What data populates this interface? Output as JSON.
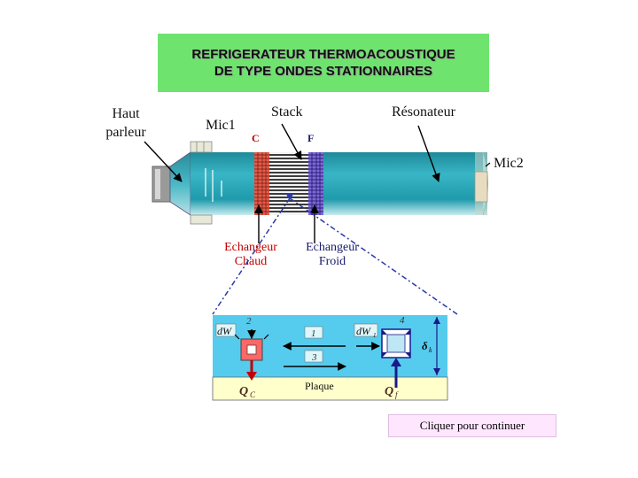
{
  "title": {
    "line1": "REFRIGERATEUR THERMOACOUSTIQUE",
    "line2": "DE TYPE ONDES STATIONNAIRES"
  },
  "labels": {
    "speaker": "Haut\nparleur",
    "mic1": "Mic1",
    "stack": "Stack",
    "resonator": "Résonateur",
    "hot_side": "C",
    "cold_side": "F",
    "mic2": "Mic2",
    "hot_exchanger": "Echangeur\nChaud",
    "cold_exchanger": "Echangeur\nFroid"
  },
  "detail": {
    "n1": "1",
    "n2": "2",
    "n3": "3",
    "n4": "4",
    "dw_left": "dW",
    "dw_right": "dW",
    "dw_right_sub": "1",
    "delta_k": "δ",
    "delta_k_sub": "k",
    "plate": "Plaque",
    "qc": "Q",
    "qc_sub": "C",
    "qf": "Q",
    "qf_sub": "f"
  },
  "continue_label": "Cliquer pour continuer",
  "colors": {
    "title_bg": "#6ee46e",
    "tube": "#2aa4b4",
    "detail_bg": "#55ccee",
    "plate_bg": "#ffffcc",
    "hot": "#c00000",
    "cold": "#1a1a8a",
    "button_bg": "#ffe6ff"
  }
}
